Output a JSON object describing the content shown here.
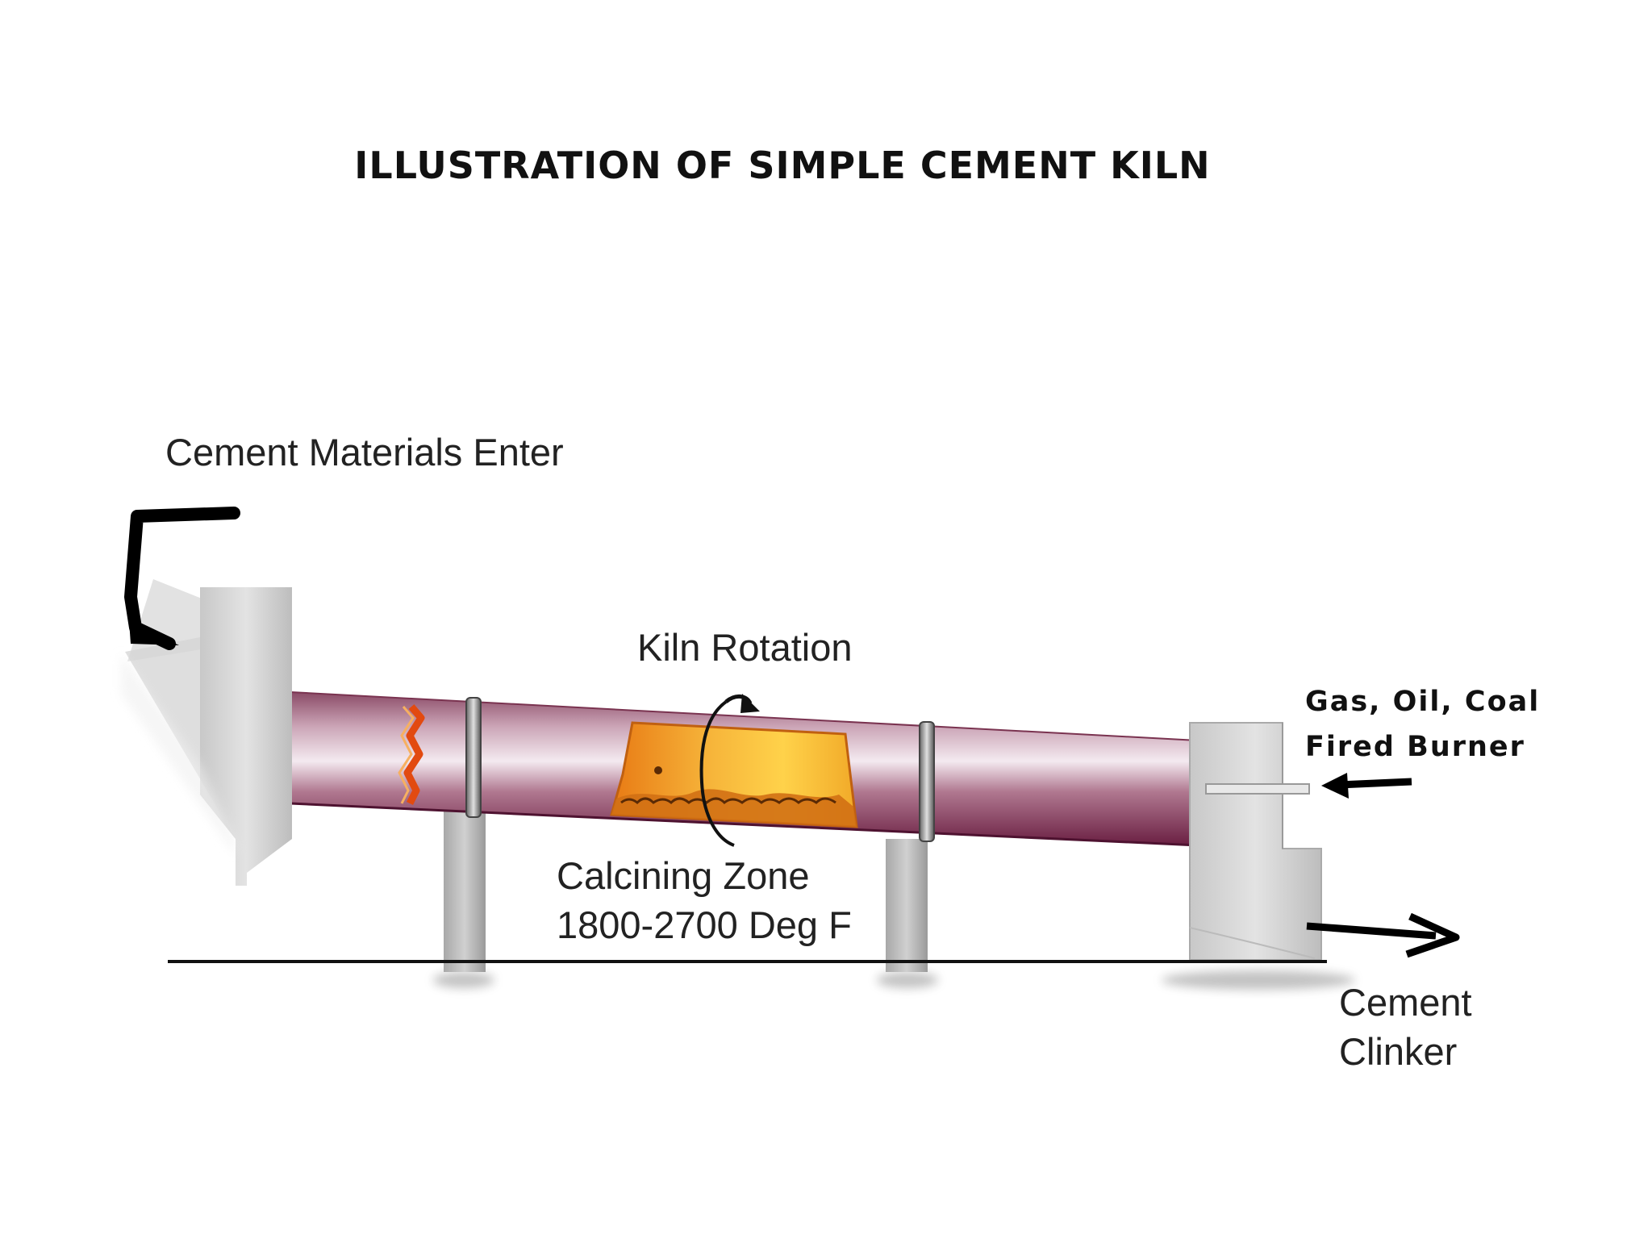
{
  "title": "ILLUSTRATION OF SIMPLE CEMENT KILN",
  "labels": {
    "materials_enter": "Cement Materials Enter",
    "kiln_rotation": "Kiln Rotation",
    "calcining_zone_line1": "Calcining Zone",
    "calcining_zone_line2": "1800-2700 Deg F",
    "burner_line1": "Gas, Oil, Coal",
    "burner_line2": "Fired Burner",
    "clinker_line1": "Cement",
    "clinker_line2": "Clinker"
  },
  "colors": {
    "kiln_shell": "#8a3a5a",
    "kiln_highlight": "#f3e8ee",
    "calcining_zone": "#f0a020",
    "housing_gray": "#d4d4d4",
    "arrow_black": "#000000"
  }
}
